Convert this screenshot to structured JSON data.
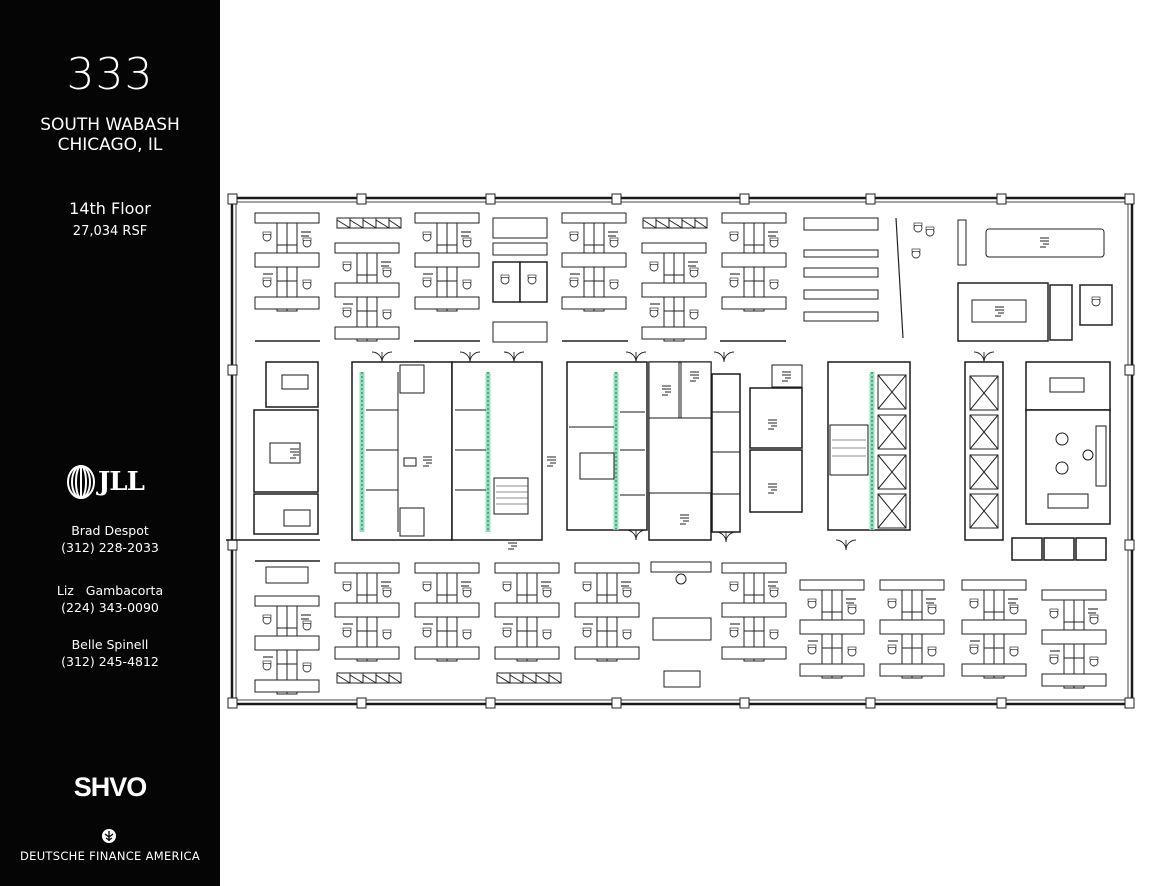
{
  "sidebar": {
    "building_number": "333",
    "street": "SOUTH WABASH",
    "city": "CHICAGO, IL",
    "floor": "14th Floor",
    "rsf": "27,034 RSF",
    "broker_logo_text": "JLL",
    "contacts": [
      {
        "name": "Brad Despot",
        "phone": "(312) 228-2033"
      },
      {
        "name": "Liz   Gambacorta",
        "phone": "(224) 343-0090"
      },
      {
        "name": "Belle Spinell",
        "phone": "(312) 245-4812"
      }
    ],
    "owner_logo_text": "SHVO",
    "partner_name": "DEUTSCHE FINANCE AMERICA"
  },
  "floorplan": {
    "colors": {
      "wall": "#1a1a1a",
      "line": "#333333",
      "stair_accent": "#8fe0bd",
      "background": "#ffffff"
    },
    "top_workstation_clusters_x": [
      255,
      335,
      415,
      562,
      642,
      722
    ],
    "bottom_workstation_clusters_x": [
      255,
      335,
      415,
      495,
      575,
      722,
      800,
      880,
      962,
      1042
    ],
    "elevator_count_left": 4,
    "elevator_count_right": 4
  }
}
